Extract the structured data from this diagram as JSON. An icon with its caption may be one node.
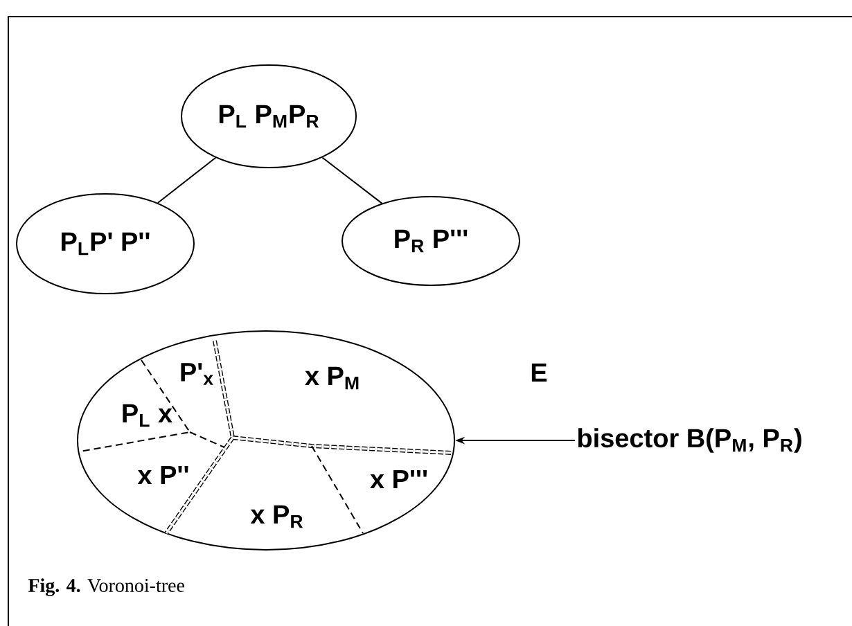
{
  "diagram": {
    "caption": "**Fig. 4.** Voronoi-tree",
    "nodes": [
      {
        "text": [
          "P$_{L}$ P$_{M}$P$_{R}$"
        ]
      },
      {
        "text": [
          "P$_{L}$P' P''"
        ]
      },
      {
        "text": [
          "P$_{R}$ P'''"
        ]
      },
      {
        "text": [
          "E"
        ]
      },
      {
        "text": [
          "bisector B(P$_{M}$, P$_{R}$)"
        ]
      }
    ],
    "edges": [
      {
        "from": 0,
        "to": 1,
        "arrow": "none"
      },
      {
        "from": 0,
        "to": 2,
        "arrow": "none"
      },
      {
        "from": 4,
        "to": 3,
        "arrow": "to"
      }
    ],
    "labels": [
      "P'$_{x}$",
      "x P$_{M}$",
      "P$_{L}$ x",
      "x P''",
      "x P'''",
      "x P$_{R}$"
    ]
  }
}
